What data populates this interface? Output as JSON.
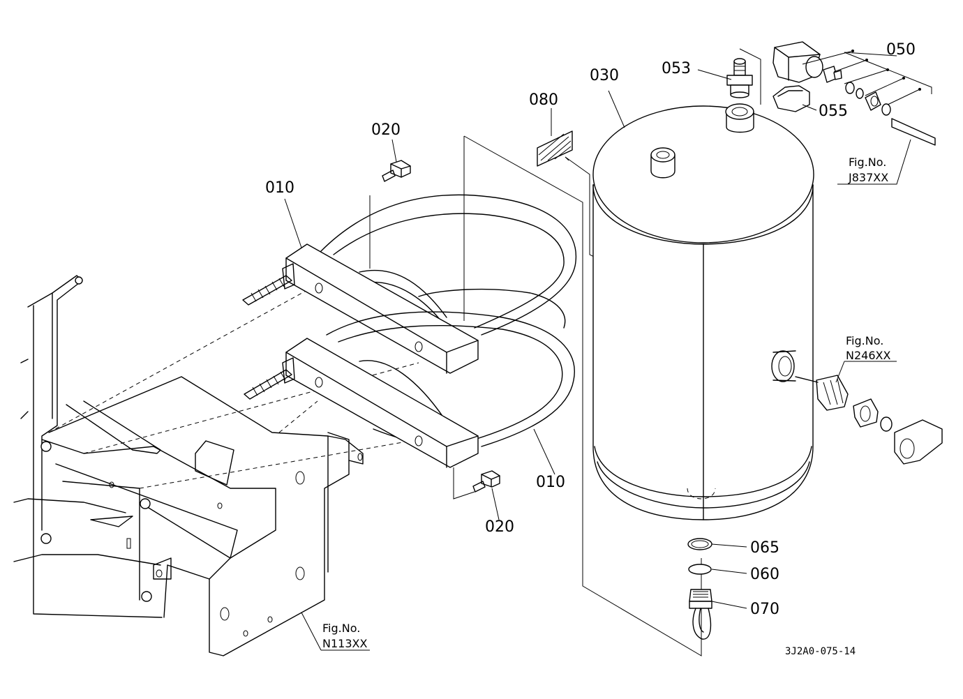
{
  "parts": {
    "p010a": "010",
    "p010b": "010",
    "p020a": "020",
    "p020b": "020",
    "p030": "030",
    "p050": "050",
    "p053": "053",
    "p055": "055",
    "p060": "060",
    "p065": "065",
    "p070": "070",
    "p080": "080"
  },
  "refs": {
    "j837_prefix": "Fig.No.",
    "j837_code": "J837XX",
    "n246_prefix": "Fig.No.",
    "n246_code": "N246XX",
    "n113_prefix": "Fig.No.",
    "n113_code": "N113XX"
  },
  "drawing_code": "3J2A0-075-14"
}
